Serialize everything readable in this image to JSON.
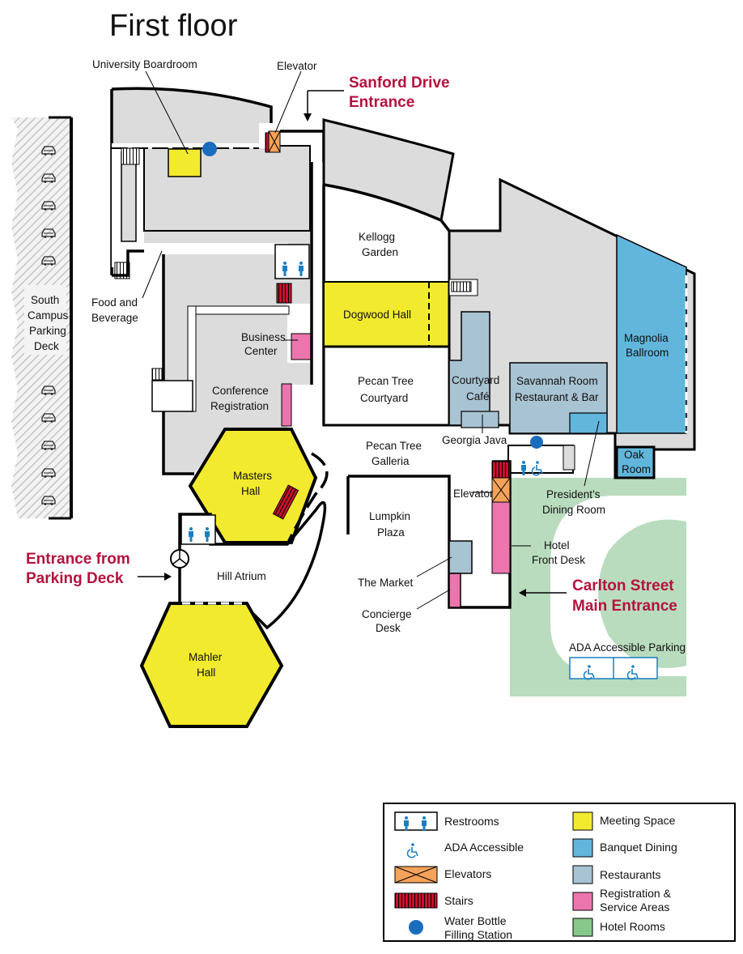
{
  "title": "First floor",
  "colors": {
    "meeting": "#f2ea2e",
    "banquet": "#62b6dc",
    "restaurant": "#a8c3d2",
    "registration": "#ec75ad",
    "hotel": "#b9dcbe",
    "building": "#dcdcdc",
    "water": "#1a6dbd",
    "entrance_text": "#b5123e",
    "elevator": "#f5a25a",
    "stairs": "#c8102e"
  },
  "rooms": {
    "university_boardroom": "University Boardroom",
    "elevator_north": "Elevator",
    "sanford": [
      "Sanford Drive",
      "Entrance"
    ],
    "kellogg": [
      "Kellogg",
      "Garden"
    ],
    "dogwood": "Dogwood Hall",
    "pecan_courtyard": [
      "Pecan Tree",
      "Courtyard"
    ],
    "courtyard_cafe": [
      "Courtyard",
      "Café"
    ],
    "savannah": [
      "Savannah Room",
      "Restaurant & Bar"
    ],
    "magnolia": [
      "Magnolia",
      "Ballroom"
    ],
    "oak": [
      "Oak",
      "Room"
    ],
    "georgia_java": "Georgia Java",
    "presidents": [
      "President’s",
      "Dining Room"
    ],
    "pecan_galleria": [
      "Pecan Tree",
      "Galleria"
    ],
    "elevator_south": "Elevator",
    "lumpkin": [
      "Lumpkin",
      "Plaza"
    ],
    "hotel_desk": [
      "Hotel",
      "Front Desk"
    ],
    "carlton": [
      "Carlton Street",
      "Main Entrance"
    ],
    "the_market": "The Market",
    "concierge": [
      "Concierge",
      "Desk"
    ],
    "ada_parking": "ADA Accessible Parking",
    "south_deck": [
      "South",
      "Campus",
      "Parking",
      "Deck"
    ],
    "food_beverage": [
      "Food and",
      "Beverage"
    ],
    "business_center": [
      "Business",
      "Center"
    ],
    "conference_reg": [
      "Conference",
      "Registration"
    ],
    "masters": [
      "Masters",
      "Hall"
    ],
    "entrance_deck": [
      "Entrance from",
      "Parking Deck"
    ],
    "hill_atrium": "Hill Atrium",
    "mahler": [
      "Mahler",
      "Hall"
    ]
  },
  "legend": {
    "restrooms": "Restrooms",
    "ada": "ADA Accessible",
    "elevators": "Elevators",
    "stairs": "Stairs",
    "water": [
      "Water Bottle",
      "Filling Station"
    ],
    "meeting": "Meeting Space",
    "banquet": "Banquet Dining",
    "restaurants": "Restaurants",
    "registration": [
      "Registration &",
      "Service Areas"
    ],
    "hotel": "Hotel Rooms"
  }
}
